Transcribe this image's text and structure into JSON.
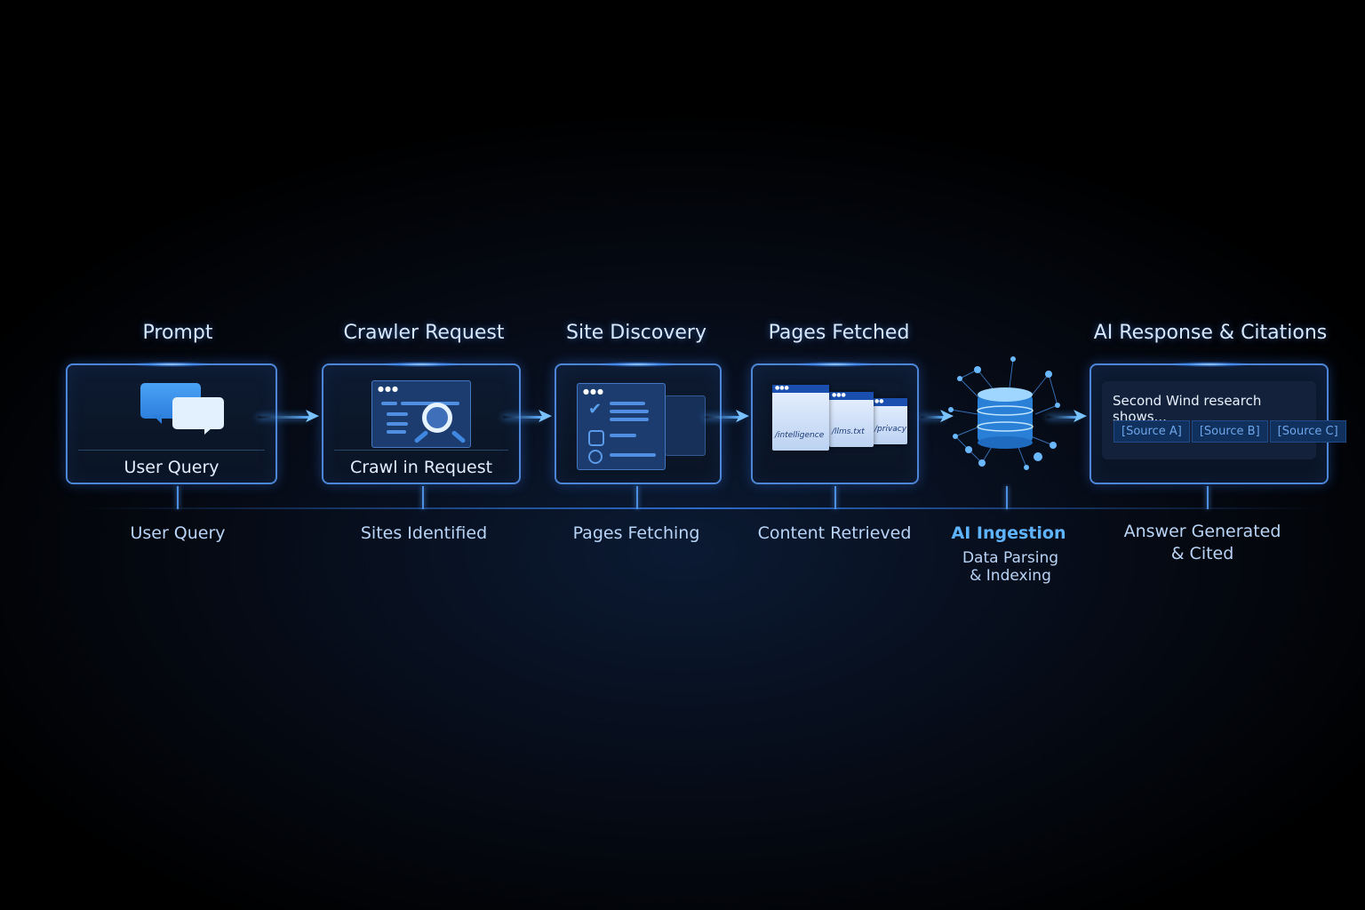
{
  "steps": [
    {
      "title": "Prompt",
      "box_label": "User Query",
      "caption": "User Query",
      "icon": "chat-bubbles-icon"
    },
    {
      "title": "Crawler Request",
      "box_label": "Crawl in Request",
      "caption": "Sites Identified",
      "icon": "browser-search-icon"
    },
    {
      "title": "Site Discovery",
      "caption": "Pages Fetching",
      "icon": "site-checklist-icon"
    },
    {
      "title": "Pages Fetched",
      "caption": "Content Retrieved",
      "icon": "fetched-pages-icon",
      "pages": [
        "/intelligence",
        "/llms.txt",
        "/privacy"
      ]
    },
    {
      "title": "AI Ingestion",
      "caption": "Data Parsing & Indexing",
      "icon": "database-network-icon"
    },
    {
      "title": "AI Response & Citations",
      "caption_lines": [
        "Answer Generated",
        "& Cited"
      ],
      "response_text": "Second Wind research shows...",
      "sources": [
        "[Source A]",
        "[Source B]",
        "[Source C]"
      ]
    }
  ],
  "colors": {
    "accent": "#4d86d6",
    "glow": "#5fb0ff",
    "background": "#060b16"
  }
}
